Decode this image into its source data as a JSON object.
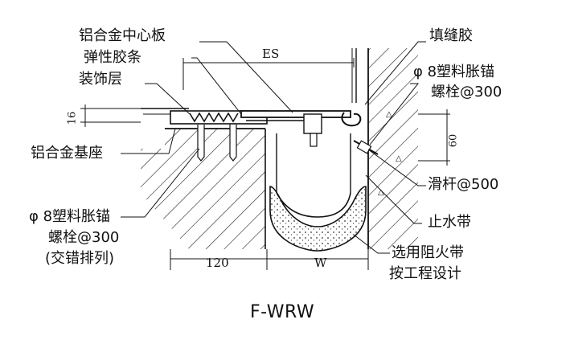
{
  "labels_left": {
    "center_plate": "铝合金中心板",
    "elastic_strip": "弹性胶条",
    "finish_layer": "装饰层",
    "base_seat": "铝合金基座",
    "anchor_line1": "φ 8塑料胀锚",
    "anchor_line2": "螺栓@300",
    "anchor_line3": "(交错排列)"
  },
  "labels_right": {
    "sealant": "填缝胶",
    "anchor_line1": "φ 8塑料胀锚",
    "anchor_line2": "螺栓@300",
    "slide_bar": "滑杆@500",
    "waterstop": "止水带",
    "firestop_line1": "选用阻火带",
    "firestop_line2": "按工程设计"
  },
  "dimensions": {
    "es": "ES",
    "h16": "16",
    "h60": "60",
    "w120": "120",
    "w": "W"
  },
  "title": "F-WRW"
}
